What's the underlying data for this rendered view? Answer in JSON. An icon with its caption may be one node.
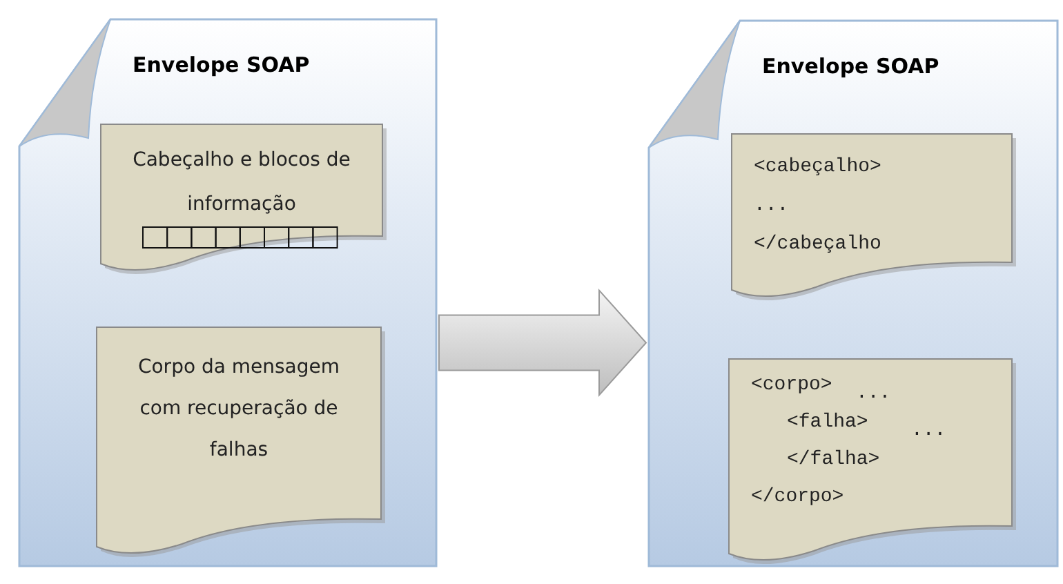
{
  "diagram": {
    "nodes": [
      {
        "text": [
          "Envelope SOAP"
        ]
      },
      {
        "text": [
          "Cabeçalho e blocos de informação"
        ],
        "in": 0
      },
      {
        "text": [
          "Corpo da mensagem com recuperação de falhas"
        ],
        "in": 0
      },
      {
        "text": [
          "Envelope SOAP"
        ]
      },
      {
        "text": [
          "<cabeçalho>",
          "...",
          "</cabeçalho"
        ],
        "in": 3
      },
      {
        "text": [
          "<corpo>",
          "...",
          "<falha>",
          "...",
          "</falha>",
          "</corpo>"
        ],
        "in": 3
      }
    ],
    "edges": [
      {
        "from": 0,
        "to": 3,
        "arrow": "to",
        "style": "thick"
      }
    ]
  }
}
